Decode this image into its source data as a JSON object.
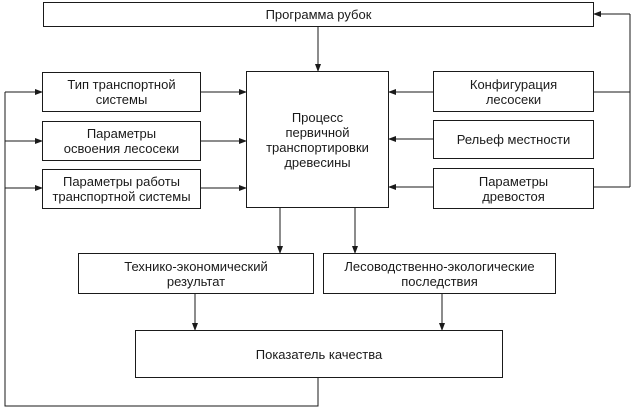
{
  "diagram": {
    "stroke_color": "#1a1a1a",
    "nodes": {
      "program": "Программа рубок",
      "transport_type": "Тип транспортной\nсистемы",
      "clearing_params": "Параметры\nосвоения лесосеки",
      "transport_params": "Параметры работы\nтранспортной системы",
      "process": "Процесс\nпервичной\nтранспортировки\nдревесины",
      "configuration": "Конфигурация\nлесосеки",
      "relief": "Рельеф местности",
      "stand_params": "Параметры\nдревостоя",
      "tech_econ": "Технико-экономический\nрезультат",
      "silvi_eco": "Лесоводственно-экологические\nпоследствия",
      "quality": "Показатель качества"
    }
  }
}
